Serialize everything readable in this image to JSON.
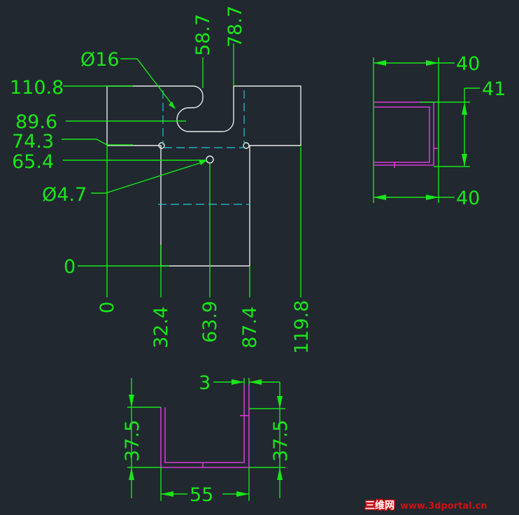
{
  "front_view": {
    "left_labels": {
      "y1108": "110.8",
      "y896": "89.6",
      "y743": "74.3",
      "y654": "65.4",
      "y0": "0"
    },
    "top_labels": {
      "x587": "58.7",
      "x787": "78.7"
    },
    "bottom_labels": {
      "x0": "0",
      "x324": "32.4",
      "x639": "63.9",
      "x874": "87.4",
      "x1198": "119.8"
    },
    "diameters": {
      "slot": "Ø16",
      "hole": "Ø4.7"
    }
  },
  "side_view": {
    "top_width": "40",
    "bottom_width": "40",
    "height": "41"
  },
  "top_view": {
    "thickness": "3",
    "left_height": "37.5",
    "right_height": "37.5",
    "width": "55"
  },
  "watermark": {
    "cn": "三维网",
    "url": "www.3dportal.cn"
  },
  "colors": {
    "background": "#212830",
    "dimension": "#19e619",
    "outline": "#e8e8e8",
    "center": "#22c7d6",
    "section": "#d63ad6"
  }
}
